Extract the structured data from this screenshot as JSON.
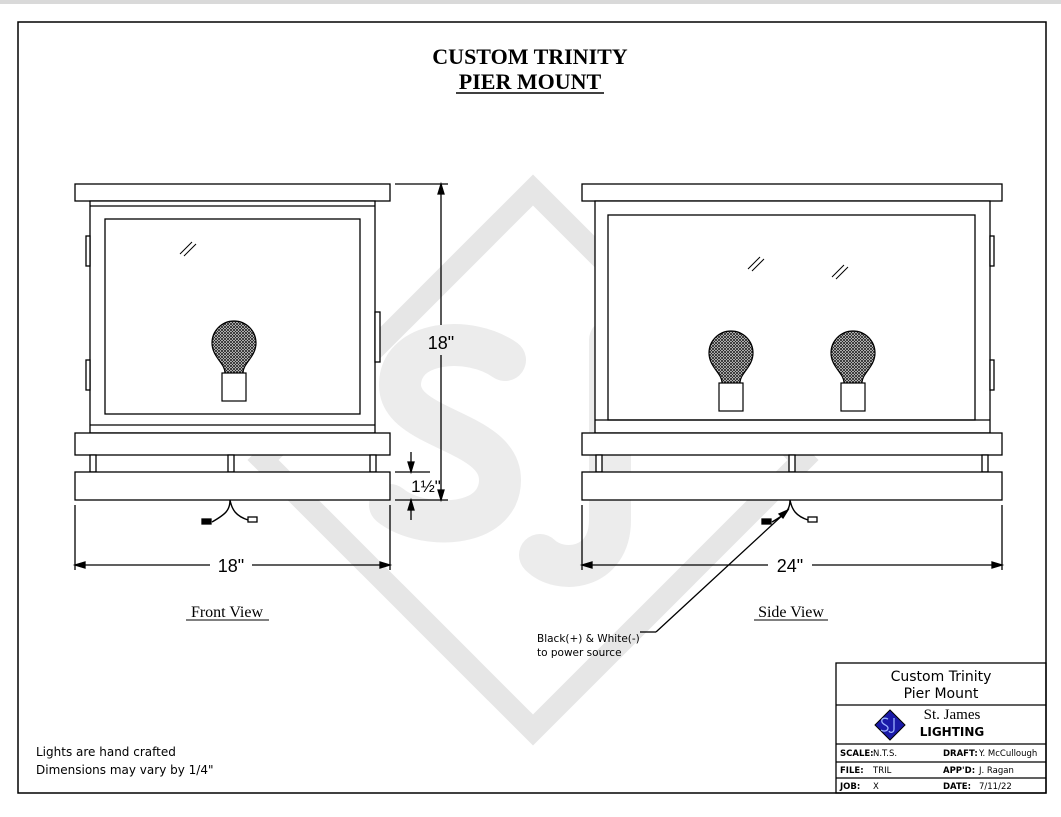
{
  "title": {
    "line1": "CUSTOM TRINITY",
    "line2": "PIER MOUNT"
  },
  "views": {
    "front": {
      "label": "Front View",
      "height_dim": "18\"",
      "width_dim": "18\"",
      "base_dim": "1½\""
    },
    "side": {
      "label": "Side View",
      "width_dim": "24\""
    }
  },
  "annotation": {
    "line1": "Black(+) & White(-)",
    "line2": "to power source"
  },
  "notes": [
    "Lights are hand crafted",
    "Dimensions may vary by 1/4\""
  ],
  "title_block": {
    "name_line1": "Custom Trinity",
    "name_line2": "Pier Mount",
    "company": "St. James",
    "company_sub": "LIGHTING",
    "logo_text": "SJ",
    "scale_label": "SCALE:",
    "scale": "N.T.S.",
    "draft_label": "DRAFT:",
    "draft": "Y. McCullough",
    "file_label": "FILE:",
    "file": "TRIL",
    "appd_label": "APP'D:",
    "appd": "J. Ragan",
    "job_label": "JOB:",
    "job": "X",
    "date_label": "DATE:",
    "date": "7/11/22"
  },
  "colors": {
    "logo": "#1a1aa8",
    "watermark": "#e6e6e6"
  }
}
